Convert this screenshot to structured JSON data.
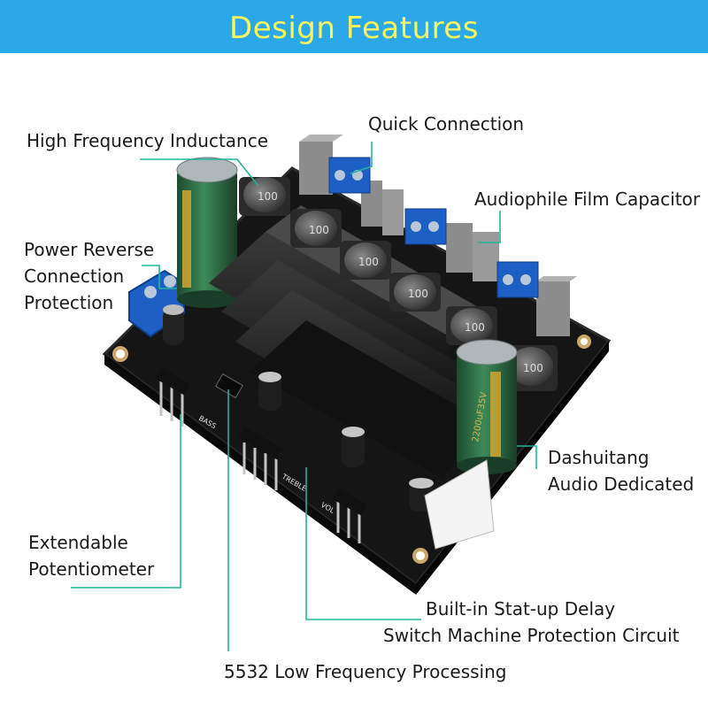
{
  "banner": {
    "title": "Design  Features"
  },
  "colors": {
    "banner_bg": "#2ba8e8",
    "banner_text": "#fff35a",
    "leader_line": "#1fb59b",
    "board": "#141414",
    "terminal": "#1d5fc4",
    "capacitor": "#2f6b44",
    "film_capacitor": "#8b8b8b"
  },
  "labels": {
    "high_frequency_inductance": "High Frequency Inductance",
    "quick_connection": "Quick Connection",
    "audiophile_film_capacitor": "Audiophile Film Capacitor",
    "power_reverse": [
      "Power Reverse",
      "Connection",
      "Protection"
    ],
    "dashuitang": [
      "Dashuitang",
      "Audio Dedicated"
    ],
    "extendable_potentiometer": [
      "Extendable",
      "Potentiometer"
    ],
    "startup_delay": [
      "Built-in  Stat-up Delay",
      "Switch Machine Protection Circuit"
    ],
    "low_frequency": "5532 Low Frequency Processing"
  },
  "board_markings": {
    "inductor": "100",
    "capacitor": "2200uF35V",
    "silk_bass": "BASS",
    "silk_treble": "TREBLE",
    "silk_vol": "VOL"
  }
}
